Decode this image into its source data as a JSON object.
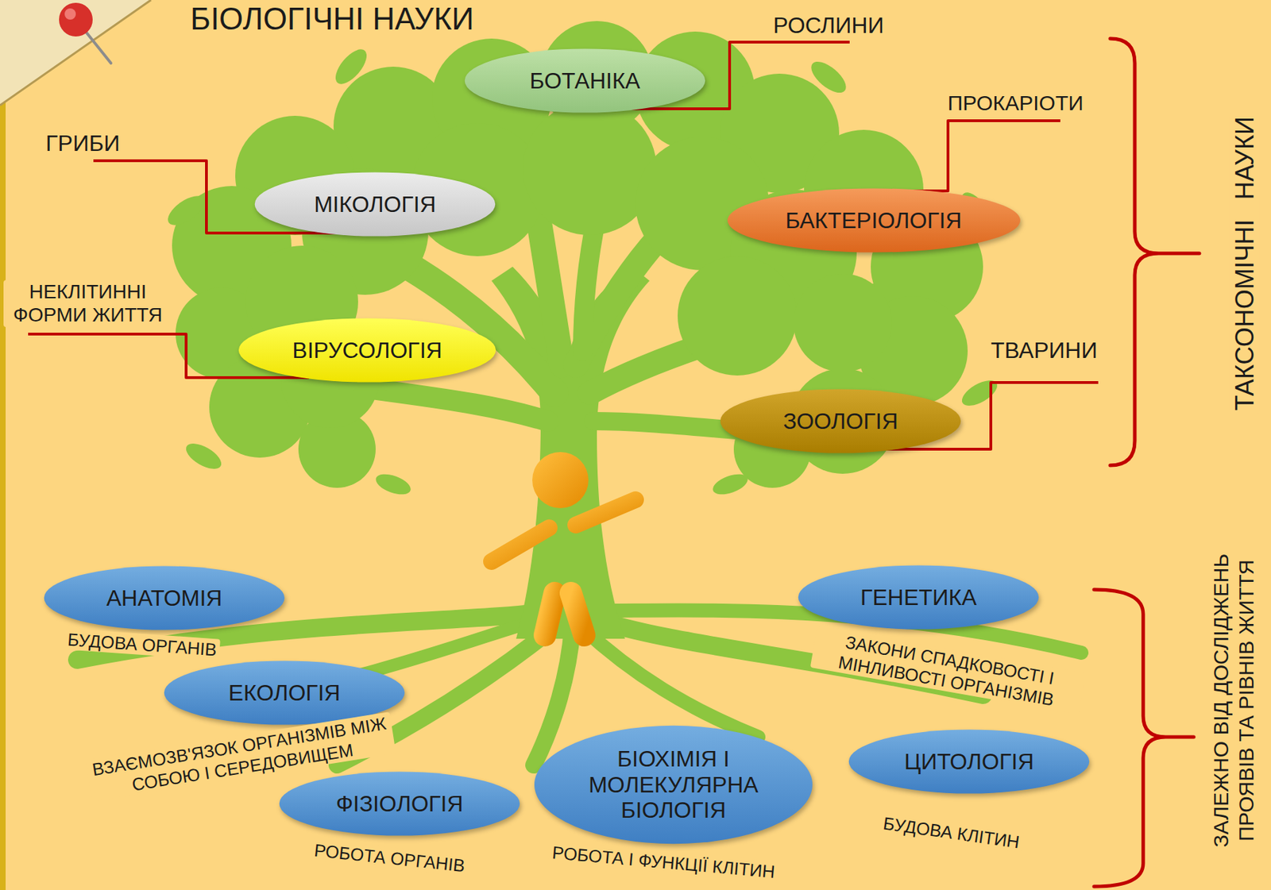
{
  "diagram": {
    "title": "БІОЛОГІЧНІ НАУКИ",
    "nodes": [
      {
        "text": [
          "БОТАНІКА"
        ]
      },
      {
        "text": [
          "МІКОЛОГІЯ"
        ]
      },
      {
        "text": [
          "БАКТЕРІОЛОГІЯ"
        ]
      },
      {
        "text": [
          "ВІРУСОЛОГІЯ"
        ]
      },
      {
        "text": [
          "ЗООЛОГІЯ"
        ]
      },
      {
        "text": [
          "АНАТОМІЯ"
        ]
      },
      {
        "text": [
          "ГЕНЕТИКА"
        ]
      },
      {
        "text": [
          "ЕКОЛОГІЯ"
        ]
      },
      {
        "text": [
          "ЦИТОЛОГІЯ"
        ]
      },
      {
        "text": [
          "БІОХІМІЯ І МОЛЕКУЛЯРНА БІОЛОГІЯ"
        ]
      },
      {
        "text": [
          "ФІЗІОЛОГІЯ"
        ]
      }
    ],
    "labels": [
      "РОСЛИНИ",
      "ПРОКАРІОТИ",
      "ГРИБИ",
      "НЕКЛІТИННІ ФОРМИ ЖИТТЯ",
      "ТВАРИНИ",
      "ТАКСОНОМІЧНІ НАУКИ",
      "БУДОВА ОРГАНІВ",
      "ЗАКОНИ СПАДКОВОСТІ І МІНЛИВОСТІ ОРГАНІЗМІВ",
      "ВЗАЄМОЗВ'ЯЗОК ОРГАНІЗМІВ МІЖ СОБОЮ І СЕРЕДОВИЩЕМ",
      "ЗАЛЕЖНО ВІД ДОСЛІДЖЕНЬ ПРОЯВІВ ТА РІВНІВ ЖИТТЯ",
      "БУДОВА КЛІТИН",
      "РОБОТА ОРГАНІВ",
      "РОБОТА І ФУНКЦІЇ КЛІТИН"
    ]
  }
}
